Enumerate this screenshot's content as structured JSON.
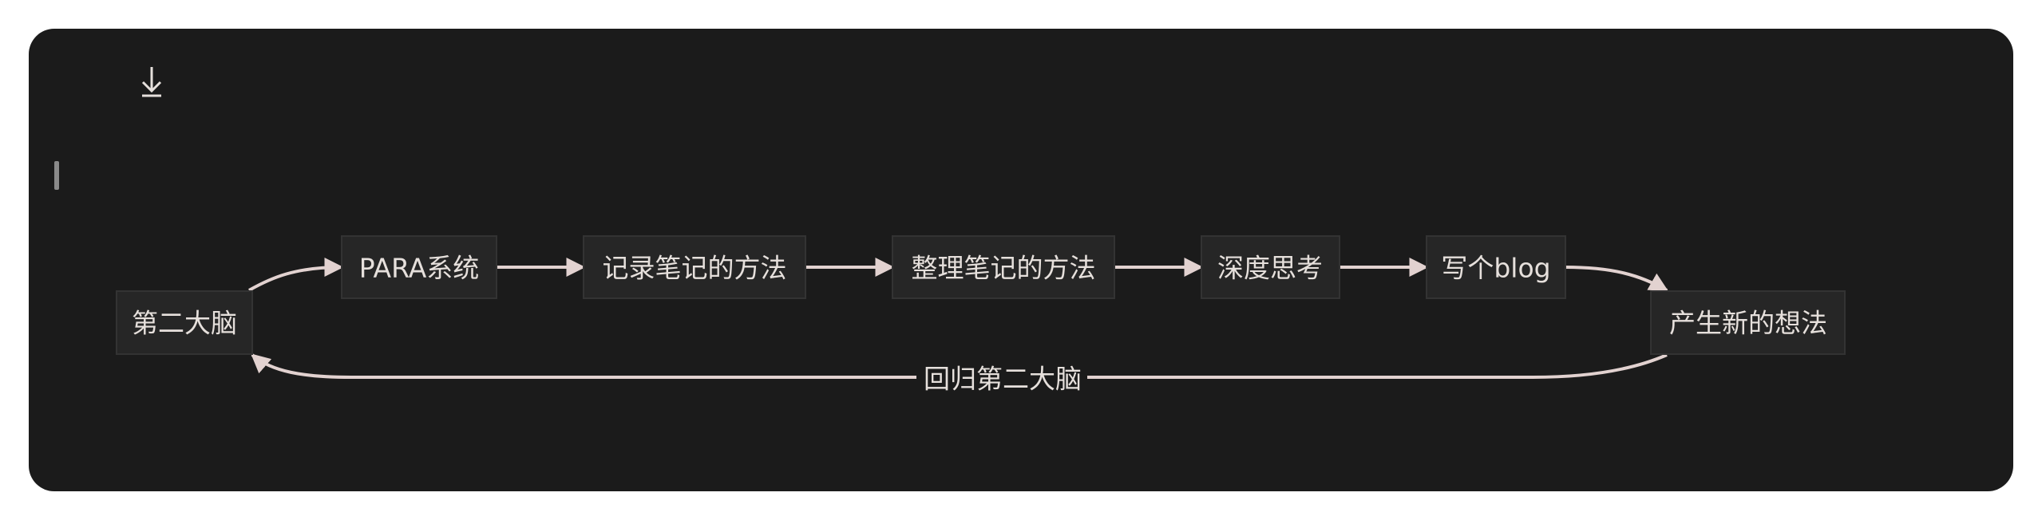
{
  "toolbar": {
    "download_icon": "download-icon"
  },
  "diagram": {
    "nodes": {
      "second_brain": "第二大脑",
      "para": "PARA系统",
      "record": "记录笔记的方法",
      "organize": "整理笔记的方法",
      "deep_think": "深度思考",
      "blog": "写个blog",
      "new_ideas": "产生新的想法"
    },
    "edge_labels": {
      "return": "回归第二大脑"
    }
  },
  "colors": {
    "background": "#1b1b1b",
    "node_fill": "#262626",
    "edge": "#e2d2d0",
    "text": "#e6e0dc"
  }
}
